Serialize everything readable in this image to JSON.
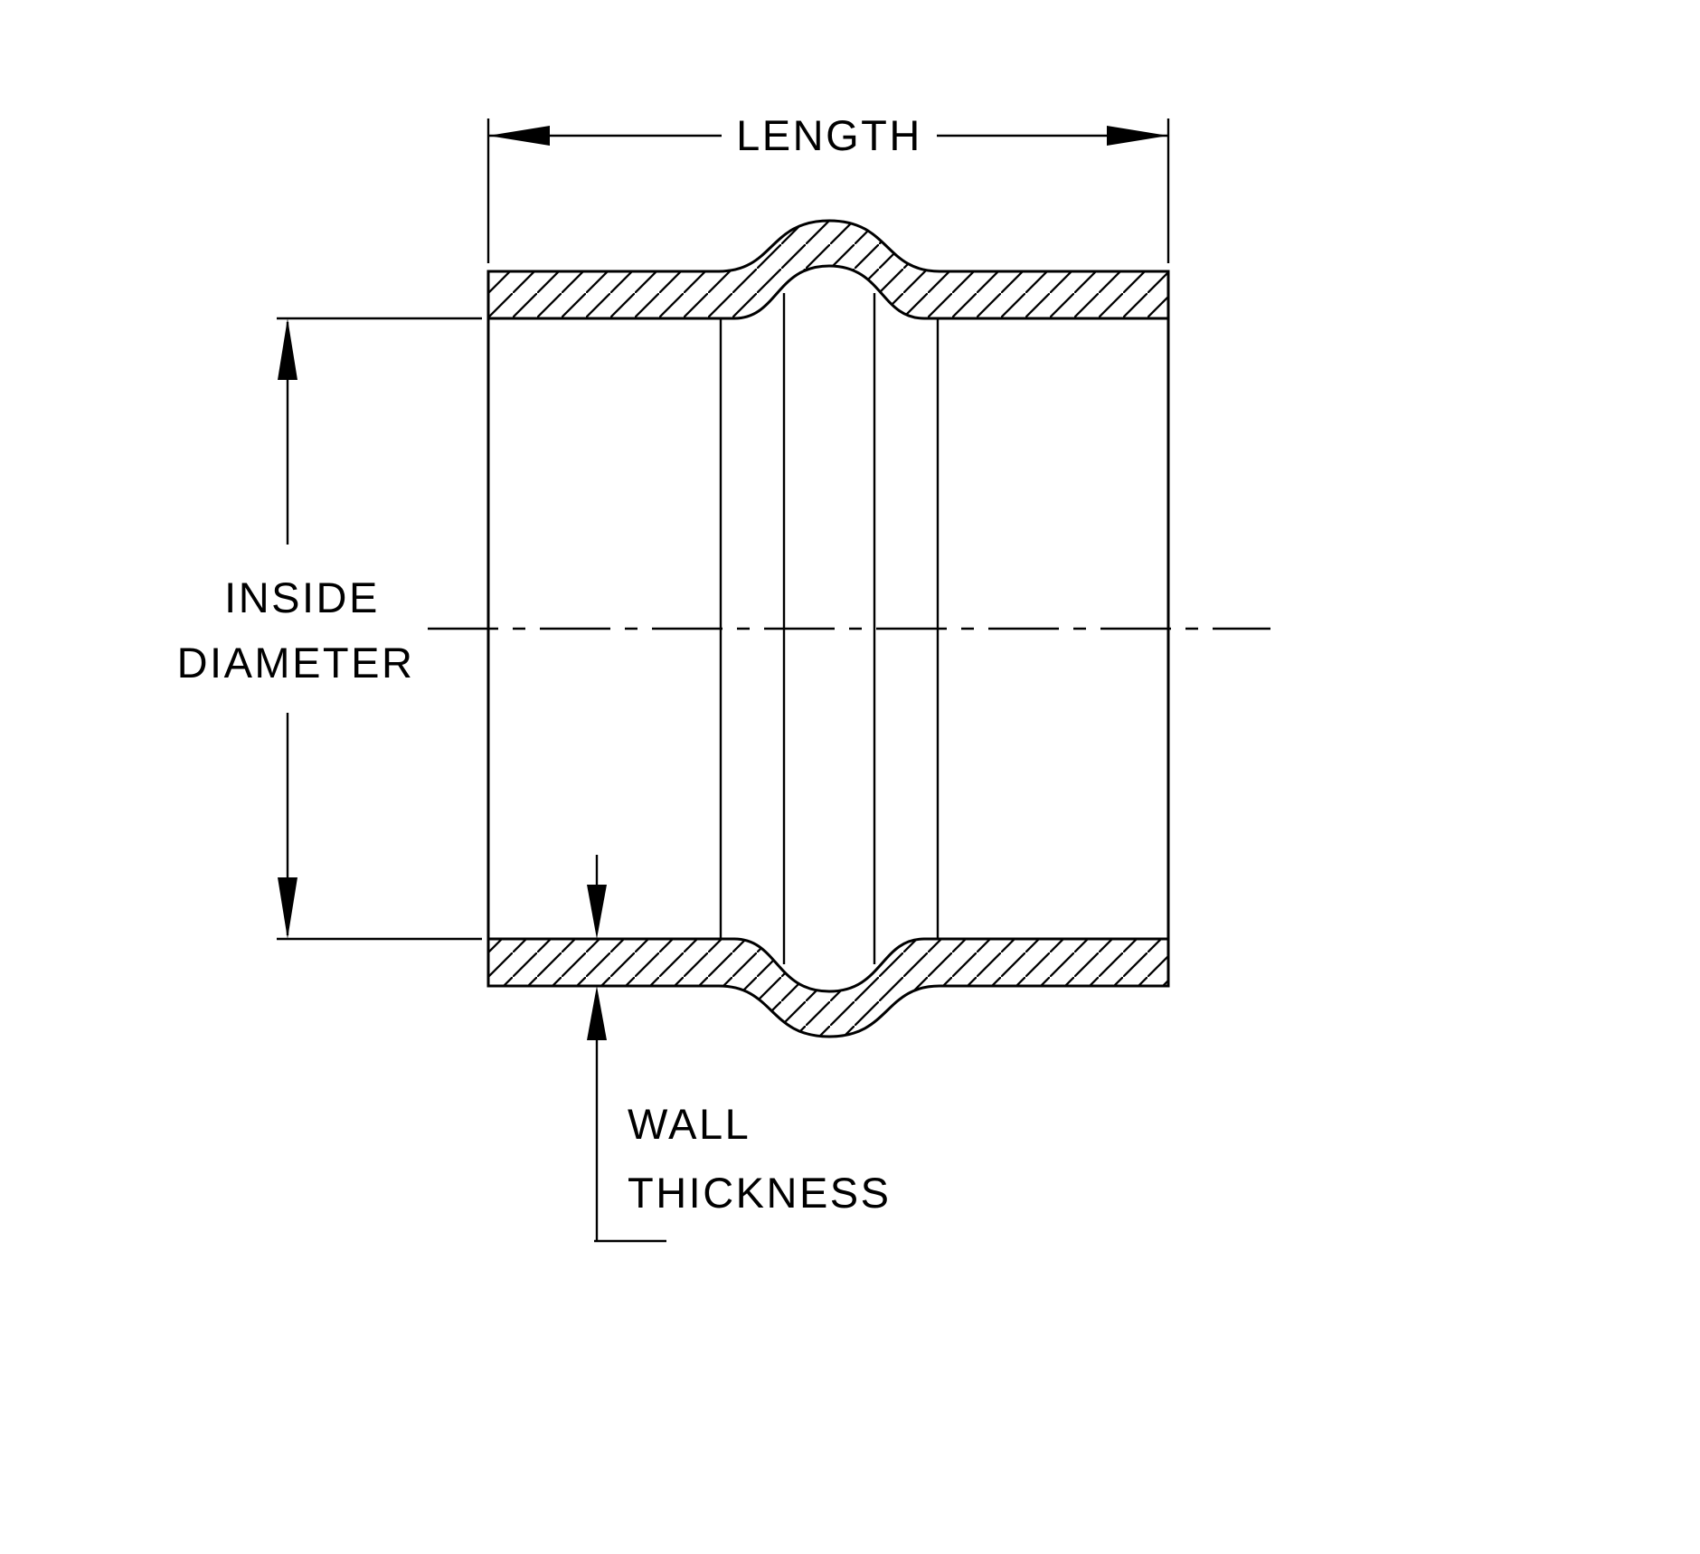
{
  "diagram": {
    "type": "technical-drawing",
    "subject": "hose-coupler-cross-section",
    "labels": {
      "length": "LENGTH",
      "inside_diameter_line1": "INSIDE",
      "inside_diameter_line2": "DIAMETER",
      "wall_thickness_line1": "WALL",
      "wall_thickness_line2": "THICKNESS"
    },
    "colors": {
      "line": "#000000",
      "background": "#ffffff"
    }
  }
}
